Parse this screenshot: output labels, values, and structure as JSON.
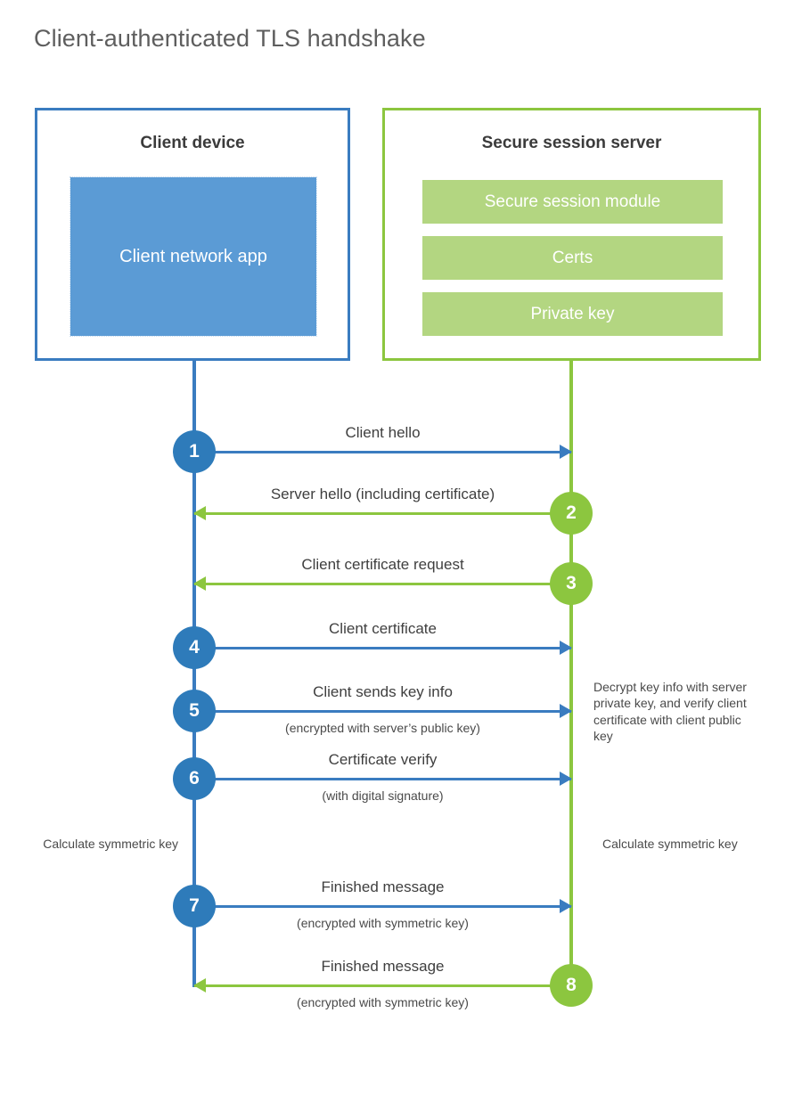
{
  "title": "Client-authenticated TLS handshake",
  "colors": {
    "client_blue": "#3a7cc0",
    "client_app_fill": "#5b9bd5",
    "client_circle": "#2e7bba",
    "server_green": "#8cc63f",
    "server_bar_fill": "#b3d681",
    "title_gray": "#5e5e5e",
    "text_gray": "#404040",
    "background": "#ffffff"
  },
  "participants": {
    "client": {
      "title": "Client device",
      "app_label": "Client network app"
    },
    "server": {
      "title": "Secure session server",
      "components": [
        {
          "label": "Secure session module"
        },
        {
          "label": "Certs"
        },
        {
          "label": "Private key"
        }
      ]
    }
  },
  "messages": [
    {
      "step": "1",
      "label": "Client hello",
      "sublabel": "",
      "direction": "client-to-server",
      "origin": "client"
    },
    {
      "step": "2",
      "label": "Server hello (including certificate)",
      "sublabel": "",
      "direction": "server-to-client",
      "origin": "server"
    },
    {
      "step": "3",
      "label": "Client certificate request",
      "sublabel": "",
      "direction": "server-to-client",
      "origin": "server"
    },
    {
      "step": "4",
      "label": "Client certificate",
      "sublabel": "",
      "direction": "client-to-server",
      "origin": "client"
    },
    {
      "step": "5",
      "label": "Client sends key info",
      "sublabel": "(encrypted with server’s public key)",
      "direction": "client-to-server",
      "origin": "client"
    },
    {
      "step": "6",
      "label": "Certificate verify",
      "sublabel": "(with digital signature)",
      "direction": "client-to-server",
      "origin": "client"
    },
    {
      "step": "7",
      "label": "Finished message",
      "sublabel": "(encrypted with symmetric key)",
      "direction": "client-to-server",
      "origin": "client"
    },
    {
      "step": "8",
      "label": "Finished message",
      "sublabel": "(encrypted with symmetric key)",
      "direction": "server-to-client",
      "origin": "server"
    }
  ],
  "annotations": {
    "server_decrypt": "Decrypt key info with server private key, and verify client certificate with client public key",
    "client_symmetric_key": "Calculate symmetric key",
    "server_symmetric_key": "Calculate symmetric key"
  }
}
